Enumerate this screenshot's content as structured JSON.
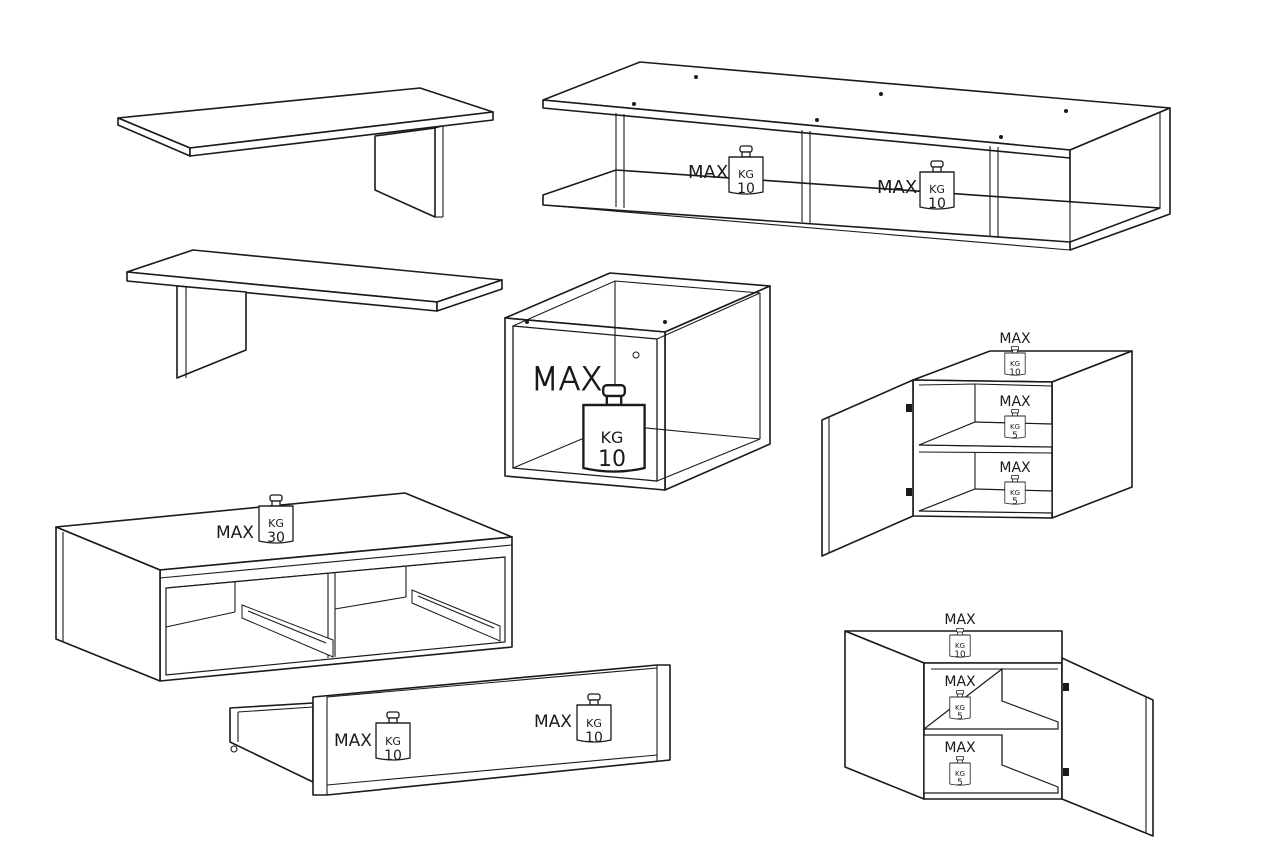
{
  "labels": {
    "max": "MAX",
    "unit": "KG"
  },
  "weights": {
    "shelf_left_compartment": "10",
    "shelf_middle_compartment": "10",
    "cube": "10",
    "cabinet_left_top": "10",
    "cabinet_left_shelf_1": "5",
    "cabinet_left_shelf_2": "5",
    "tv_unit_top": "30",
    "drawer_left": "10",
    "drawer_right": "10",
    "cabinet_right_top": "10",
    "cabinet_right_shelf_1": "5",
    "cabinet_right_shelf_2": "5"
  },
  "colors": {
    "line": "#1a1a1a",
    "background": "#ffffff"
  }
}
